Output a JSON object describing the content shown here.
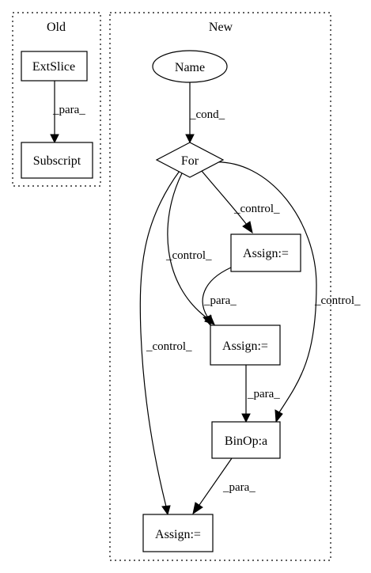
{
  "clusters": {
    "old": {
      "label": "Old"
    },
    "new": {
      "label": "New"
    }
  },
  "nodes": {
    "extslice": "ExtSlice",
    "subscript": "Subscript",
    "name": "Name",
    "for": "For",
    "assign1": "Assign:=",
    "assign2": "Assign:=",
    "binop": "BinOp:a",
    "assign3": "Assign:="
  },
  "edges": {
    "extslice_subscript": "_para_",
    "name_for": "_cond_",
    "for_assign1": "_control_",
    "for_assign2": "_control_",
    "for_binop": "_control_",
    "for_assign3": "_control_",
    "assign1_assign2": "_para_",
    "assign2_binop": "_para_",
    "binop_assign3": "_para_"
  }
}
